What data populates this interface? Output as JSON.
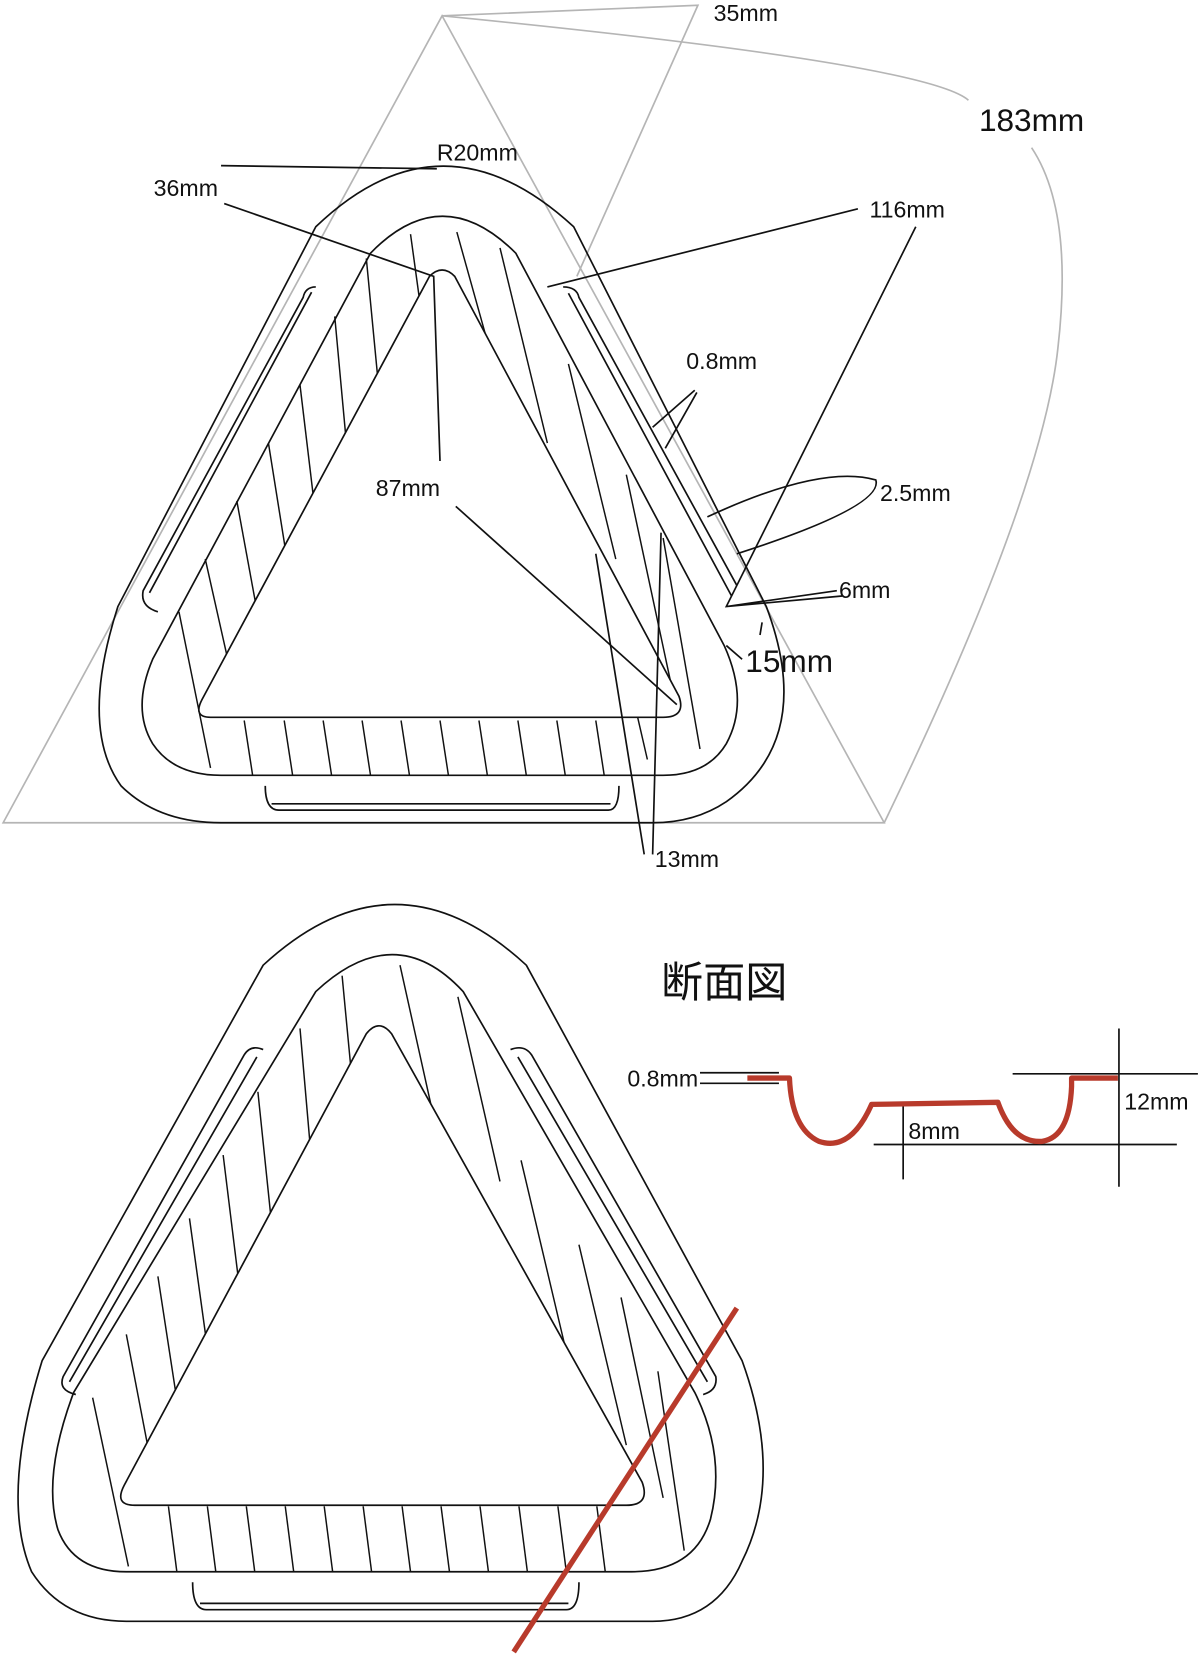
{
  "top_view": {
    "labels": {
      "width_35": "35mm",
      "height_183": "183mm",
      "radius": "R20mm",
      "inner_36": "36mm",
      "side_116": "116mm",
      "thickness": "0.8mm",
      "groove": "2.5mm",
      "gap_6": "6mm",
      "rim_15": "15mm",
      "inner_87": "87mm",
      "band_13": "13mm"
    }
  },
  "section": {
    "title": "断面図",
    "labels": {
      "thickness": "0.8mm",
      "depth_12": "12mm",
      "depth_8": "8mm"
    },
    "colors": {
      "profile": "#b83a2b"
    }
  },
  "bottom_view": {
    "colors": {
      "cut_line": "#b83a2b"
    }
  }
}
